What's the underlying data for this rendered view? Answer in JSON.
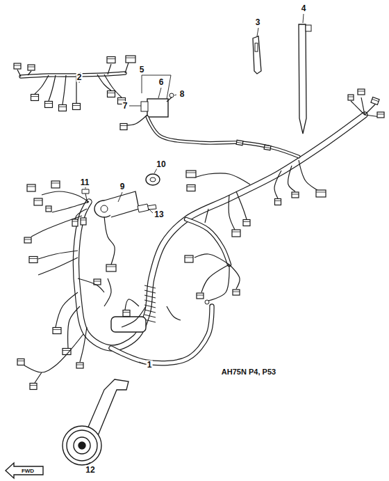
{
  "diagram": {
    "labels": [
      "3",
      "4",
      "2",
      "5",
      "8",
      "7",
      "6",
      "10",
      "11",
      "9",
      "13",
      "1",
      "AH75N P4, P53",
      "12",
      "FWD"
    ]
  }
}
